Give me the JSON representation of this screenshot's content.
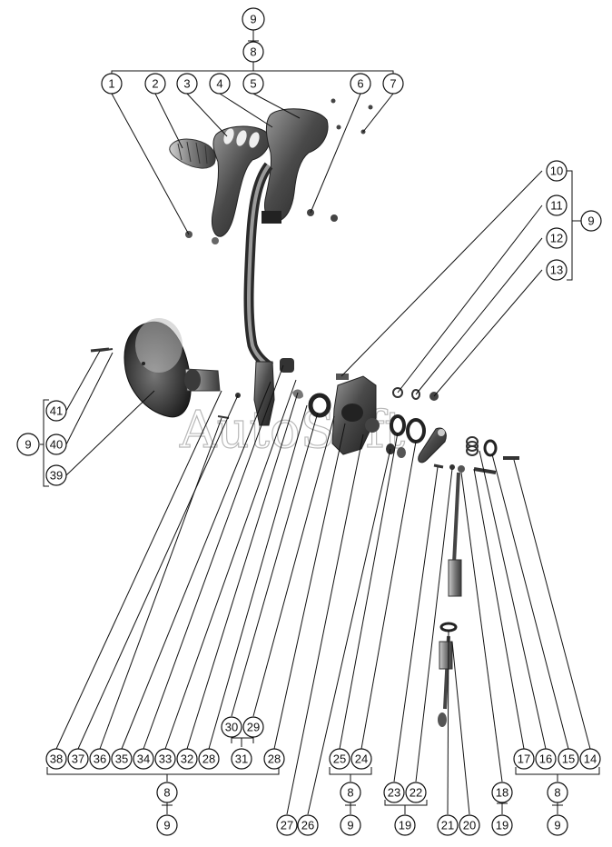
{
  "watermark": "AutoSoft",
  "callouts": [
    "1",
    "2",
    "3",
    "4",
    "5",
    "6",
    "7",
    "8",
    "9",
    "10",
    "11",
    "12",
    "13",
    "14",
    "15",
    "16",
    "17",
    "18",
    "19",
    "20",
    "21",
    "22",
    "23",
    "24",
    "25",
    "26",
    "27",
    "28",
    "29",
    "30",
    "31",
    "32",
    "33",
    "34",
    "35",
    "36",
    "37",
    "38",
    "39",
    "40",
    "41"
  ]
}
